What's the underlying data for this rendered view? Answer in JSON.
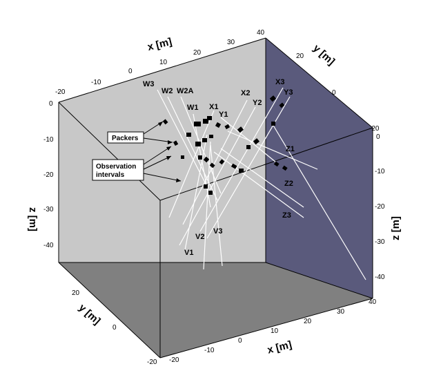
{
  "axes": {
    "x_label": "x [m]",
    "y_label": "y [m]",
    "z_label": "z [m]",
    "x_top_ticks": [
      "-20",
      "-10",
      "0",
      "10",
      "20",
      "30",
      "40"
    ],
    "x_bottom_ticks": [
      "-20",
      "-10",
      "0",
      "10",
      "20",
      "30",
      "40"
    ],
    "y_top_ticks": [
      "20",
      "0",
      "-20"
    ],
    "y_bottom_ticks": [
      "20",
      "0",
      "-20"
    ],
    "z_left_ticks": [
      "0",
      "-10",
      "-20",
      "-30",
      "-40"
    ],
    "z_right_ticks": [
      "0",
      "-10",
      "-20",
      "-30",
      "-40"
    ]
  },
  "boreholes": {
    "W3": "W3",
    "W2": "W2",
    "W2A": "W2A",
    "W1": "W1",
    "X1": "X1",
    "X2": "X2",
    "X3": "X3",
    "Y1": "Y1",
    "Y2": "Y2",
    "Y3": "Y3",
    "Z1": "Z1",
    "Z2": "Z2",
    "Z3": "Z3",
    "V1": "V1",
    "V2": "V2",
    "V3": "V3"
  },
  "callouts": {
    "packers": "Packers",
    "observation_line1": "Observation",
    "observation_line2": "intervals"
  },
  "colors": {
    "back_wall": "#c8c8c8",
    "floor": "#808080",
    "right_wall": "#5a5a7c",
    "borehole": "#ffffff",
    "packer": "#000000"
  }
}
